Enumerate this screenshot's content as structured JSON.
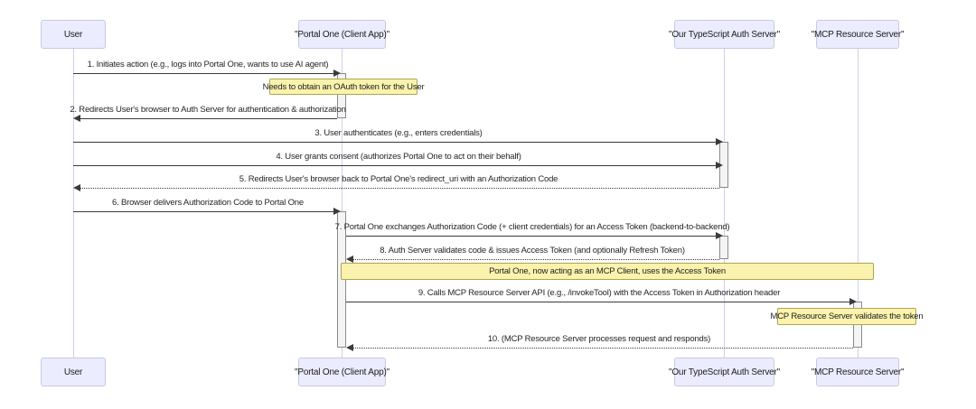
{
  "participants": [
    {
      "label": "User"
    },
    {
      "label": "\"Portal One (Client App)\""
    },
    {
      "label": "\"Our TypeScript Auth Server\""
    },
    {
      "label": "\"MCP Resource Server\""
    }
  ],
  "messages": [
    {
      "label": "1. Initiates action (e.g., logs into Portal One, wants to use AI agent)",
      "from": "User",
      "to": "Portal One (Client App)",
      "line": "solid"
    },
    {
      "label": "2. Redirects User's browser to Auth Server for authentication & authorization",
      "from": "Portal One (Client App)",
      "to": "User",
      "line": "solid"
    },
    {
      "label": "3. User authenticates (e.g., enters credentials)",
      "from": "User",
      "to": "Our TypeScript Auth Server",
      "line": "solid"
    },
    {
      "label": "4. User grants consent (authorizes Portal One to act on their behalf)",
      "from": "User",
      "to": "Our TypeScript Auth Server",
      "line": "solid"
    },
    {
      "label": "5. Redirects User's browser back to Portal One's redirect_uri with an Authorization Code",
      "from": "Our TypeScript Auth Server",
      "to": "User",
      "line": "dotted"
    },
    {
      "label": "6. Browser delivers Authorization Code to Portal One",
      "from": "User",
      "to": "Portal One (Client App)",
      "line": "solid"
    },
    {
      "label": "7. Portal One exchanges Authorization Code (+ client credentials) for an Access Token (backend-to-backend)",
      "from": "Portal One (Client App)",
      "to": "Our TypeScript Auth Server",
      "line": "solid"
    },
    {
      "label": "8. Auth Server validates code & issues Access Token (and optionally Refresh Token)",
      "from": "Our TypeScript Auth Server",
      "to": "Portal One (Client App)",
      "line": "dotted"
    },
    {
      "label": "9. Calls MCP Resource Server API (e.g., /invokeTool) with the Access Token in Authorization header",
      "from": "Portal One (Client App)",
      "to": "MCP Resource Server",
      "line": "solid"
    },
    {
      "label": "10. (MCP Resource Server processes request and responds)",
      "from": "MCP Resource Server",
      "to": "Portal One (Client App)",
      "line": "dotted"
    }
  ],
  "notes": [
    {
      "label": "Needs to obtain an OAuth token for the User",
      "over": "Portal One (Client App)"
    },
    {
      "label": "Portal One, now acting as an MCP Client, uses the Access Token",
      "over": "Portal One (Client App), MCP Resource Server"
    },
    {
      "label": "MCP Resource Server validates the token",
      "over": "MCP Resource Server"
    }
  ],
  "colors": {
    "actor_fill": "#ECECFF",
    "actor_border": "#c9c9e2",
    "note_fill": "#fbf3ad",
    "note_border": "#a8a855",
    "lifeline": "#d0d0ea",
    "activation_fill": "#f4f4f4",
    "activation_border": "#8a8a8a",
    "arrow": "#3a3a3a"
  }
}
